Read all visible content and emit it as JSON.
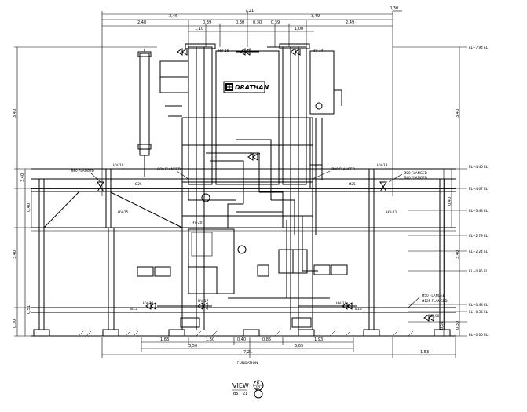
{
  "brand": {
    "name": "DRATHAN",
    "tagline": ""
  },
  "view_label": {
    "word": "VIEW",
    "letter": "B",
    "sheet": "17",
    "ref1": "B5",
    "ref2": "21"
  },
  "top_dims": {
    "overall": "7,21",
    "left_half": "3,46",
    "right_half": "3,49",
    "left_outer": "2,48",
    "right_outer": "2,49",
    "center_left": "0,39",
    "center_right": "0,39",
    "sub1": "0,30",
    "sub2": "0,30",
    "sub3": "1,10",
    "sub4": "1,00",
    "far_right": "0,30"
  },
  "side_dims": {
    "left_total": "3,40",
    "left_upper": "3,40",
    "left_mid": "0,40",
    "left_lower": "3,40",
    "left_small": "0,30",
    "right_total": "3,40",
    "right_mid": "0,40",
    "right_lower": "3,40",
    "right_small": "0,30",
    "inner_left": "0,51",
    "inner_right": "0,51"
  },
  "elevations": [
    "EL+7,94 EL",
    "EL+4,45 EL",
    "EL+4,07 EL",
    "EL+3,48 EL",
    "EL+2,79 EL",
    "EL+2,24 EL",
    "EL+0,85 EL",
    "EL+0,48 EL",
    "EL+0,36 EL",
    "EL+0,00 EL"
  ],
  "valves": {
    "hv16": "HV-16",
    "hv14": "HV-14",
    "hv12": "HV-12",
    "hv10": "HV-10",
    "hv20": "HV-20",
    "hv17": "HV-17",
    "hv15": "HV-15",
    "hv11": "HV-11",
    "hv13": "HV-13",
    "hv19": "HV-19",
    "hv18": "HV-18"
  },
  "flange_notes": {
    "left_flanged": "Ø80 FLANGED",
    "center_left": "Ø80 FLANGED",
    "center_right": "Ø80 FLANGED",
    "right_flanged": "Ø80 FLANGED",
    "right_flanged2": "Ø40 FLANGED",
    "lower_right1": "Ø50 FLANGED",
    "lower_right2": "Ø125 FLANGED",
    "far_right": "Ø100"
  },
  "bottom_dims": {
    "seg1": "1,83",
    "seg2": "1,30",
    "seg3": "0,40",
    "seg4": "0,85",
    "seg5": "1,93",
    "half_left": "3,56",
    "half_right": "3,65",
    "overall": "7,21",
    "right_extra": "1,53",
    "caption": "FUNDATION"
  },
  "misc": {
    "d1": "Ø25",
    "d2": "Ø25",
    "d3": "Ø25",
    "d4": "Ø25"
  }
}
